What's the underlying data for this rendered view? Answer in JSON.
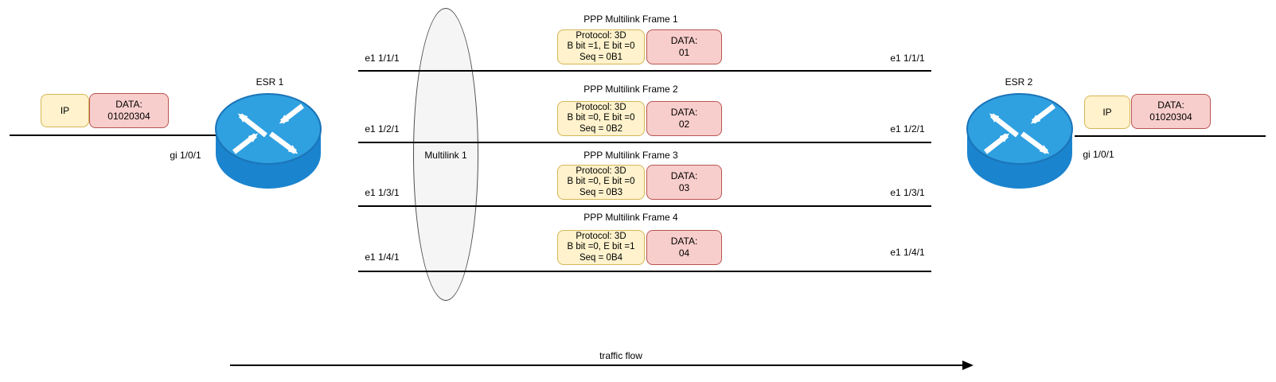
{
  "diagram": {
    "left_router": {
      "name": "ESR 1",
      "interface_label": "gi 1/0/1",
      "packet": {
        "header": "IP",
        "data_line1": "DATA:",
        "data_line2": "01020304"
      }
    },
    "right_router": {
      "name": "ESR 2",
      "interface_label": "gi 1/0/1",
      "packet": {
        "header": "IP",
        "data_line1": "DATA:",
        "data_line2": "01020304"
      }
    },
    "multilink_label": "Multilink 1",
    "traffic_flow_label": "traffic flow",
    "frames": [
      {
        "title": "PPP Multilink Frame 1",
        "left_port": "e1 1/1/1",
        "right_port": "e1 1/1/1",
        "proto1": "Protocol: 3D",
        "proto2": "B bit =1, E bit =0",
        "proto3": "Seq = 0B1",
        "data1": "DATA:",
        "data2": "01"
      },
      {
        "title": "PPP Multilink Frame 2",
        "left_port": "e1 1/2/1",
        "right_port": "e1 1/2/1",
        "proto1": "Protocol: 3D",
        "proto2": "B bit =0, E bit =0",
        "proto3": "Seq = 0B2",
        "data1": "DATA:",
        "data2": "02"
      },
      {
        "title": "PPP Multilink Frame 3",
        "left_port": "e1 1/3/1",
        "right_port": "e1 1/3/1",
        "proto1": "Protocol: 3D",
        "proto2": "B bit =0, E bit =0",
        "proto3": "Seq = 0B3",
        "data1": "DATA:",
        "data2": "03"
      },
      {
        "title": "PPP Multilink Frame 4",
        "left_port": "e1 1/4/1",
        "right_port": "e1 1/4/1",
        "proto1": "Protocol: 3D",
        "proto2": "B bit =0, E bit =1",
        "proto3": "Seq = 0B4",
        "data1": "DATA:",
        "data2": "04"
      }
    ],
    "colors": {
      "header_box_fill": "#FFF2CC",
      "header_box_border": "#D6B656",
      "data_box_fill": "#F8CECC",
      "data_box_border": "#B85450",
      "router_top": "#2FA0E0",
      "router_body": "#1B84CF",
      "multilink_fill": "#F5F5F5"
    }
  }
}
